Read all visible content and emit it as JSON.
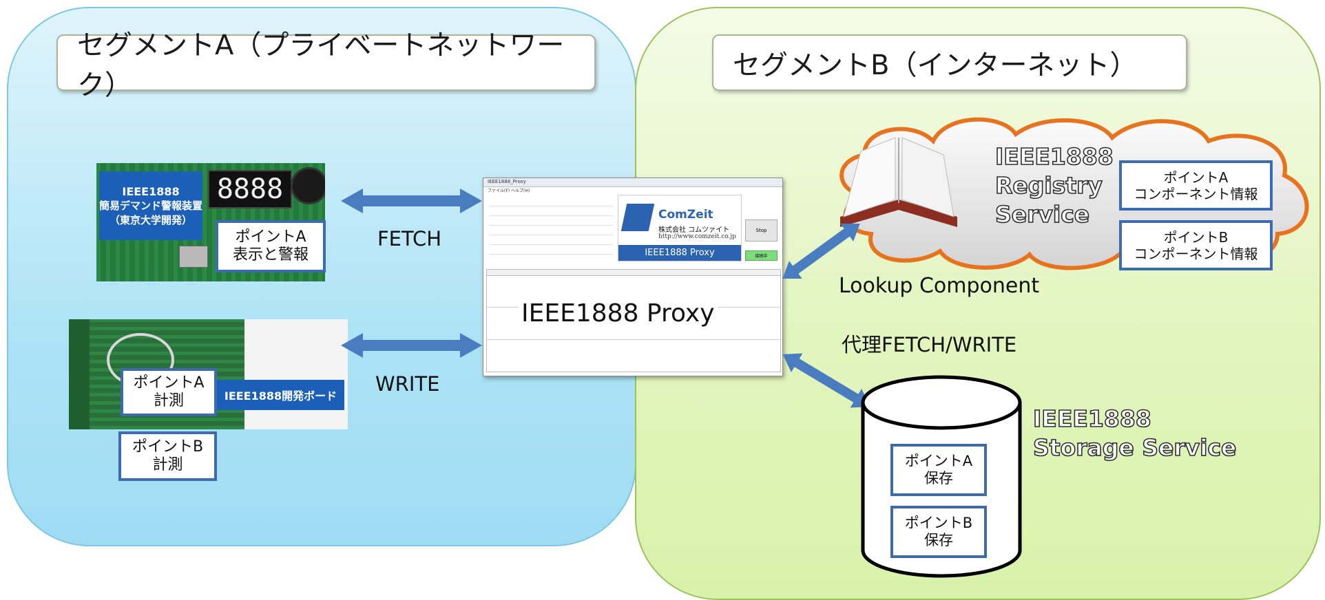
{
  "segments": {
    "a_title": "セグメントA（プライベートネットワーク）",
    "b_title": "セグメントB（インターネット）"
  },
  "device_a": {
    "board_label_line1": "IEEE1888",
    "board_label_line2": "簡易デマンド警報装置",
    "board_label_line3": "（東京大学開発）",
    "display_digits": "8888",
    "point_line1": "ポイントA",
    "point_line2": "表示と警報"
  },
  "device_b": {
    "board_label": "IEEE1888開発ボード",
    "point_line1": "ポイントA",
    "point_line2": "計測"
  },
  "point_b_measure": {
    "line1": "ポイントB",
    "line2": "計測"
  },
  "arrows": {
    "fetch": "FETCH",
    "write": "WRITE",
    "lookup": "Lookup Component",
    "proxy_fetch_write": "代理FETCH/WRITE"
  },
  "proxy": {
    "center_label": "IEEE1888 Proxy",
    "window_title": "IEEE1888_Proxy",
    "menu": "ファイル(F)  ヘルプ(H)",
    "logo_brand": "ComZeit",
    "logo_company": "株式会社 コムツァイト",
    "logo_url": "http://www.comzeit.co.jp",
    "logo_banner": "IEEE1888 Proxy",
    "stop_button": "Stop",
    "status_button": "接続中"
  },
  "registry": {
    "title_line1": "IEEE1888",
    "title_line2": "Registry",
    "title_line3": "Service",
    "box_a_line1": "ポイントA",
    "box_a_line2": "コンポーネント情報",
    "box_b_line1": "ポイントB",
    "box_b_line2": "コンポーネント情報"
  },
  "storage": {
    "title_line1": "IEEE1888",
    "title_line2": "Storage Service",
    "box_a_line1": "ポイントA",
    "box_a_line2": "保存",
    "box_b_line1": "ポイントB",
    "box_b_line2": "保存"
  },
  "colors": {
    "segment_a_fill": "#aee3f6",
    "segment_b_fill": "#e2f5bf",
    "label_border": "#3d6bb3",
    "arrow": "#4a7cc0",
    "cloud_border": "#e8731f"
  }
}
